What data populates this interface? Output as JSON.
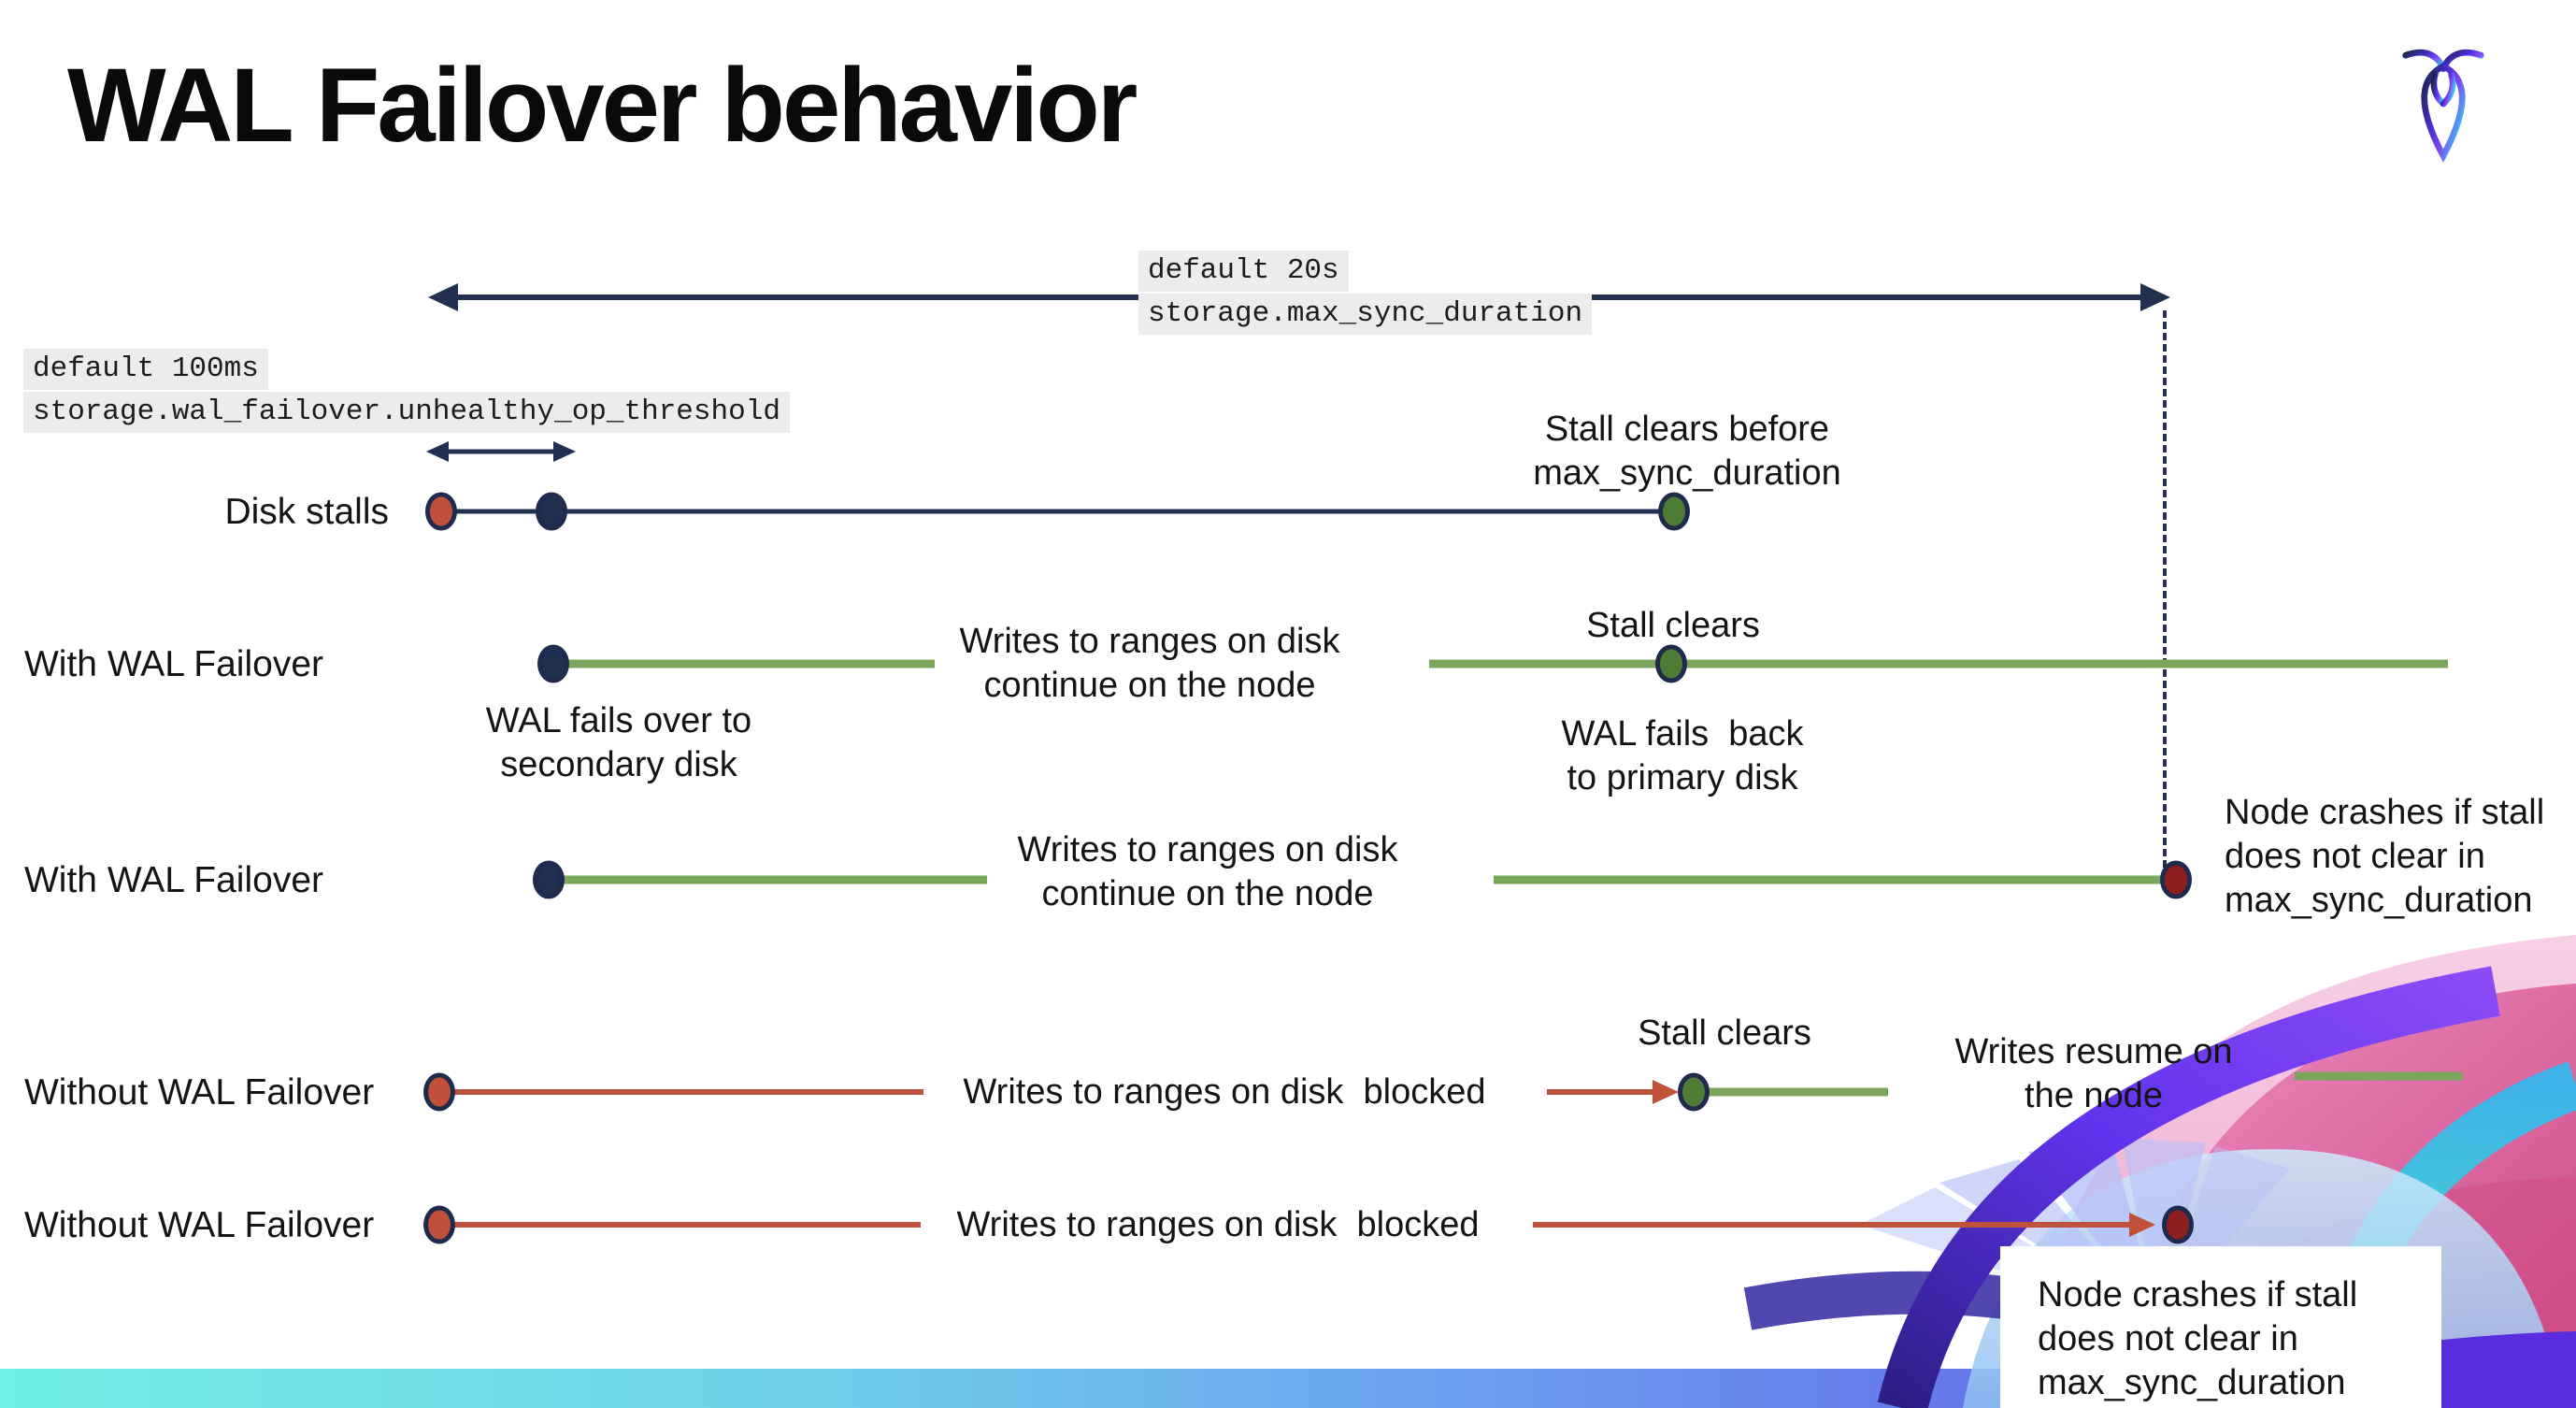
{
  "slide": {
    "title": "WAL Failover behavior"
  },
  "logo": {
    "name": "cockroachdb-logo"
  },
  "settings": {
    "max_sync": {
      "default_label": "default 20s",
      "setting_name": "storage.max_sync_duration"
    },
    "unhealthy_op": {
      "default_label": "default 100ms",
      "setting_name": "storage.wal_failover.unhealthy_op_threshold"
    }
  },
  "rows": {
    "disk_stalls": {
      "label": "Disk stalls",
      "stall_clears_note": "Stall clears before\nmax_sync_duration"
    },
    "with_wal_failover_1": {
      "label": "With WAL Failover",
      "writes_note": "Writes to ranges on disk\ncontinue on the node",
      "failover_note": "WAL fails over to\nsecondary disk",
      "stall_clears_note": "Stall clears",
      "failback_note": "WAL fails  back\nto primary disk"
    },
    "with_wal_failover_2": {
      "label": "With WAL Failover",
      "writes_note": "Writes to ranges on disk\ncontinue on the node",
      "crash_note": "Node crashes if stall\ndoes not clear in\nmax_sync_duration"
    },
    "without_wal_failover_1": {
      "label": "Without WAL Failover",
      "writes_note": "Writes to ranges on disk  blocked",
      "stall_clears_note": "Stall clears",
      "resume_note": "Writes resume on\nthe node"
    },
    "without_wal_failover_2": {
      "label": "Without WAL Failover",
      "writes_note": "Writes to ranges on disk  blocked",
      "crash_note": "Node crashes if stall\ndoes not clear in\nmax_sync_duration"
    }
  },
  "colors": {
    "navy": "#22304f",
    "green_line": "#7aa65c",
    "green_dot": "#4e7c36",
    "stall_red": "#c0513b",
    "crash_maroon": "#8e1f1e",
    "chip_bg": "#ececec",
    "bar_gradient_left": "#70efe3",
    "bar_gradient_mid": "#6b9df0",
    "bar_gradient_right": "#5226dd"
  }
}
